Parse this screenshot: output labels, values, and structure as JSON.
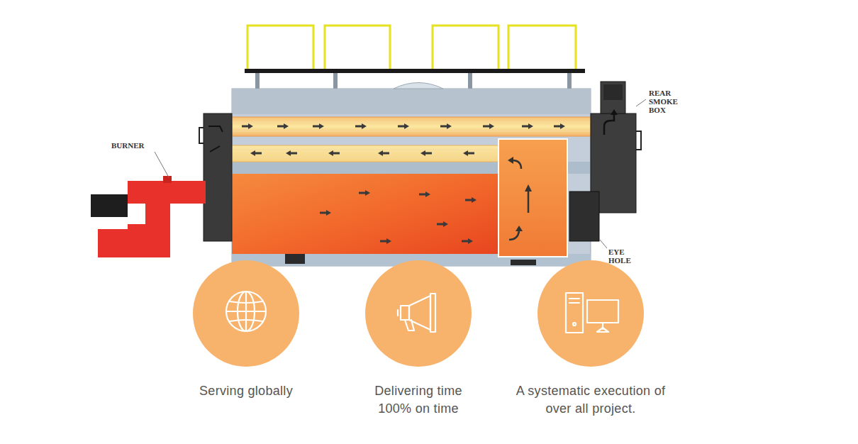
{
  "diagram": {
    "nodes": [
      {
        "text": [
          "Serving globally"
        ]
      },
      {
        "text": [
          "Delivering time 100% on time"
        ]
      },
      {
        "text": [
          "A systematic execution of over all project."
        ]
      }
    ],
    "labels": [
      "BURNER",
      "REAR SMOKE BOX",
      "EYE HOLE"
    ]
  }
}
